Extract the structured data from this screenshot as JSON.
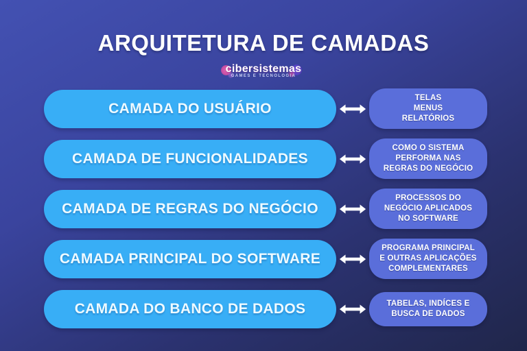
{
  "title": "ARQUITETURA DE CAMADAS",
  "logo": {
    "name": "cibersistemas",
    "tagline": "GAMES E TECNOLOGIA"
  },
  "icons": {
    "relation": "left-right-double-arrow"
  },
  "colors": {
    "background_top": "#4351b2",
    "background_bottom": "#20264a",
    "layer_pill": "#38aef6",
    "detail_pill": "#5a6eda",
    "text": "#ffffff",
    "logo_pink": "#e14fa4",
    "logo_purple": "#7a5cf0"
  },
  "rows": [
    {
      "layer": "CAMADA DO USUÁRIO",
      "details": [
        "TELAS",
        "MENUS",
        "RELATÓRIOS"
      ]
    },
    {
      "layer": "CAMADA DE FUNCIONALIDADES",
      "details": [
        "COMO O SISTEMA",
        "PERFORMA NAS",
        "REGRAS DO NEGÓCIO"
      ]
    },
    {
      "layer": "CAMADA DE REGRAS DO NEGÓCIO",
      "details": [
        "PROCESSOS DO",
        "NEGÓCIO APLICADOS",
        "NO SOFTWARE"
      ]
    },
    {
      "layer": "CAMADA PRINCIPAL DO SOFTWARE",
      "details": [
        "PROGRAMA PRINCIPAL",
        "E OUTRAS APLICAÇÕES",
        "COMPLEMENTARES"
      ]
    },
    {
      "layer": "CAMADA DO BANCO DE DADOS",
      "details": [
        "TABELAS, INDÍCES E",
        "BUSCA DE DADOS"
      ]
    }
  ]
}
